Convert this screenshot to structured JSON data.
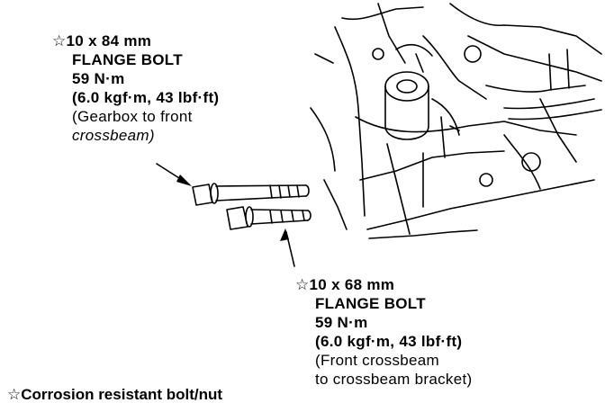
{
  "callout_1": {
    "symbol": "☆",
    "size": "10 x 84 mm",
    "name": "FLANGE BOLT",
    "torque": "59 N·m",
    "torque_alt": "(6.0 kgf·m, 43 lbf·ft)",
    "location_line_1": "(Gearbox to front",
    "location_line_2": "crossbeam)"
  },
  "callout_2": {
    "symbol": "☆",
    "size": "10 x 68 mm",
    "name": "FLANGE BOLT",
    "torque": "59 N·m",
    "torque_alt": "(6.0 kgf·m, 43 lbf·ft)",
    "location_line_1": "(Front crossbeam",
    "location_line_2": "to crossbeam bracket)"
  },
  "footnote": {
    "symbol": "☆",
    "text": "Corrosion resistant bolt/nut"
  }
}
